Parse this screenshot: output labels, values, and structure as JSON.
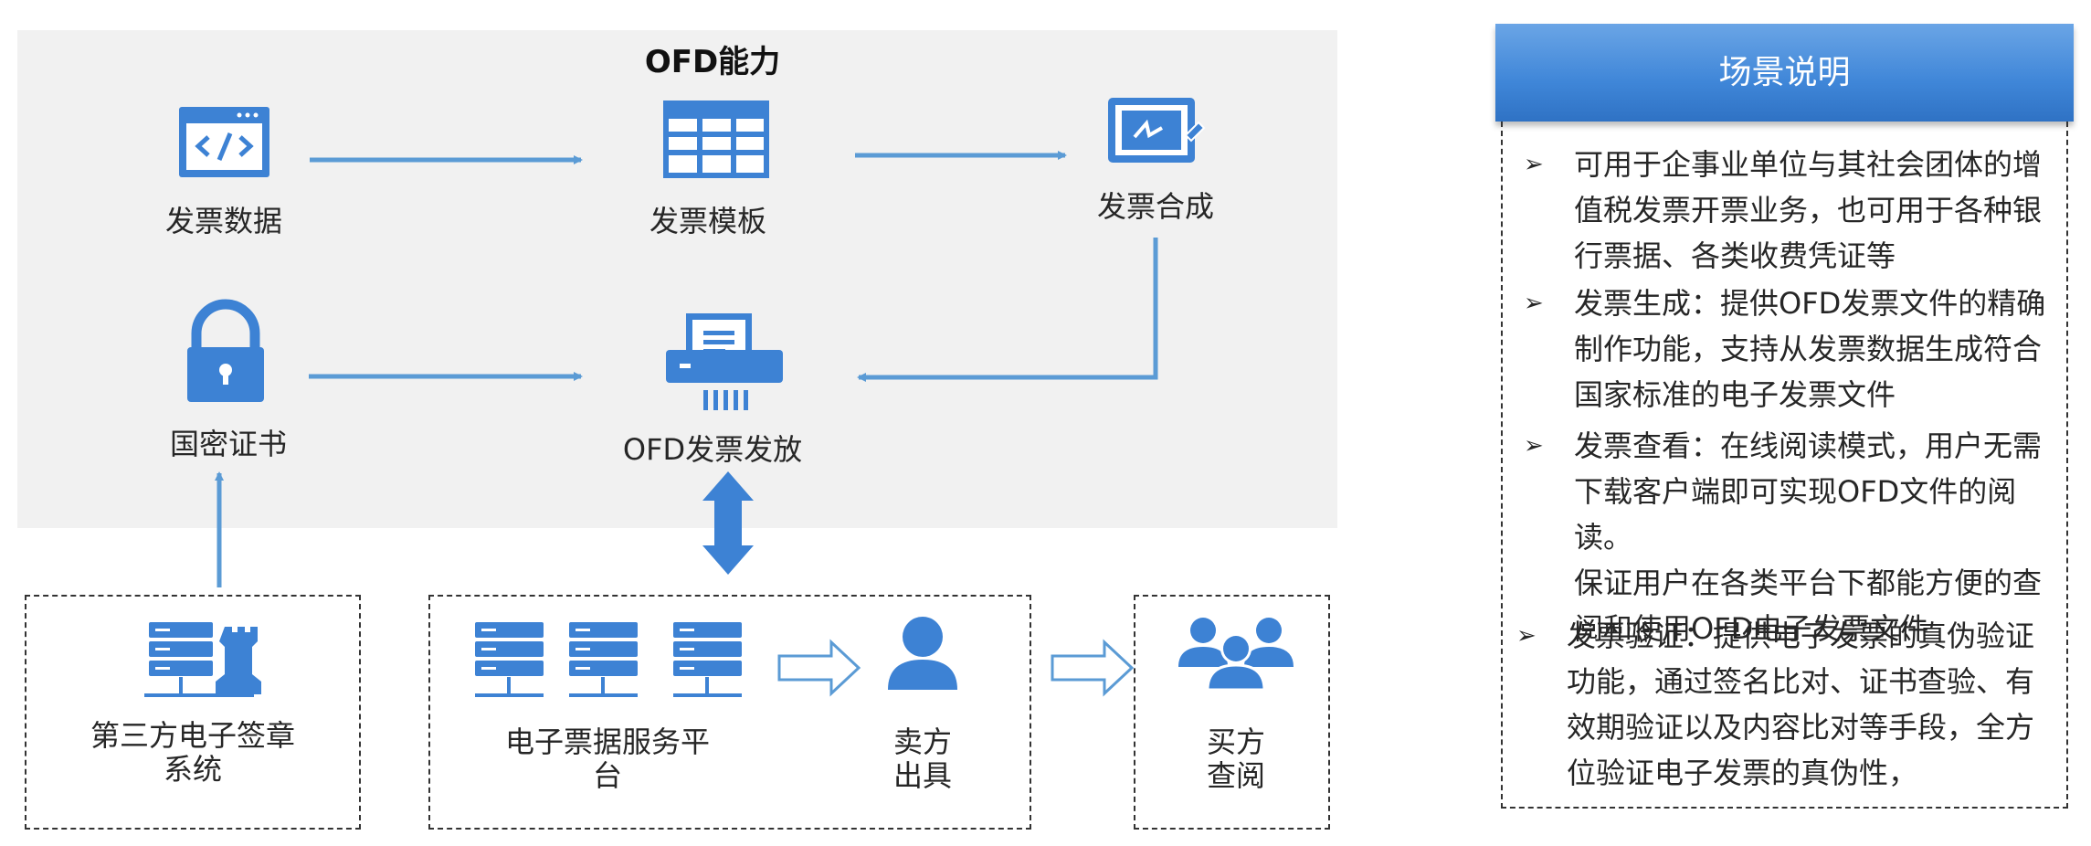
{
  "diagram": {
    "title": "OFD能力",
    "nodes": {
      "invoice_data": "发票数据",
      "invoice_template": "发票模板",
      "invoice_synthesis": "发票合成",
      "sm_certificate": "国密证书",
      "ofd_issue": "OFD发票发放",
      "third_party_line1": "第三方电子签章",
      "third_party_line2": "系统",
      "platform_line1": "电子票据服务平",
      "platform_line2": "台",
      "seller_line1": "卖方",
      "seller_line2": "出具",
      "buyer_line1": "买方",
      "buyer_line2": "查阅"
    },
    "colors": {
      "accent": "#3d82d4",
      "panel": "#f1f1f1"
    },
    "icons": [
      "code-window-icon",
      "table-grid-icon",
      "signature-screen-icon",
      "padlock-icon",
      "printer-icon",
      "server-chess-icon",
      "server-icon",
      "user-icon",
      "user-group-icon"
    ]
  },
  "scene": {
    "header": "场景说明",
    "bullet_mark": "➢",
    "bullets": [
      {
        "lines": [
          "可用于企事业单位与其社会团体的增",
          "值税发票开票业务，也可用于各种银",
          "行票据、各类收费凭证等"
        ]
      },
      {
        "lines": [
          "发票生成：提供OFD发票文件的精确",
          "制作功能，支持从发票数据生成符合",
          "国家标准的电子发票文件"
        ]
      },
      {
        "lines": [
          "发票查看：在线阅读模式，用户无需",
          "下载客户端即可实现OFD文件的阅读。",
          "保证用户在各类平台下都能方便的查",
          "阅和使用OFD电子发票文件"
        ]
      },
      {
        "lines": [
          "发票验证：提供电子发票的真伪验证",
          "功能，通过签名比对、证书查验、有",
          "效期验证以及内容比对等手段，全方",
          "位验证电子发票的真伪性，"
        ]
      }
    ]
  }
}
